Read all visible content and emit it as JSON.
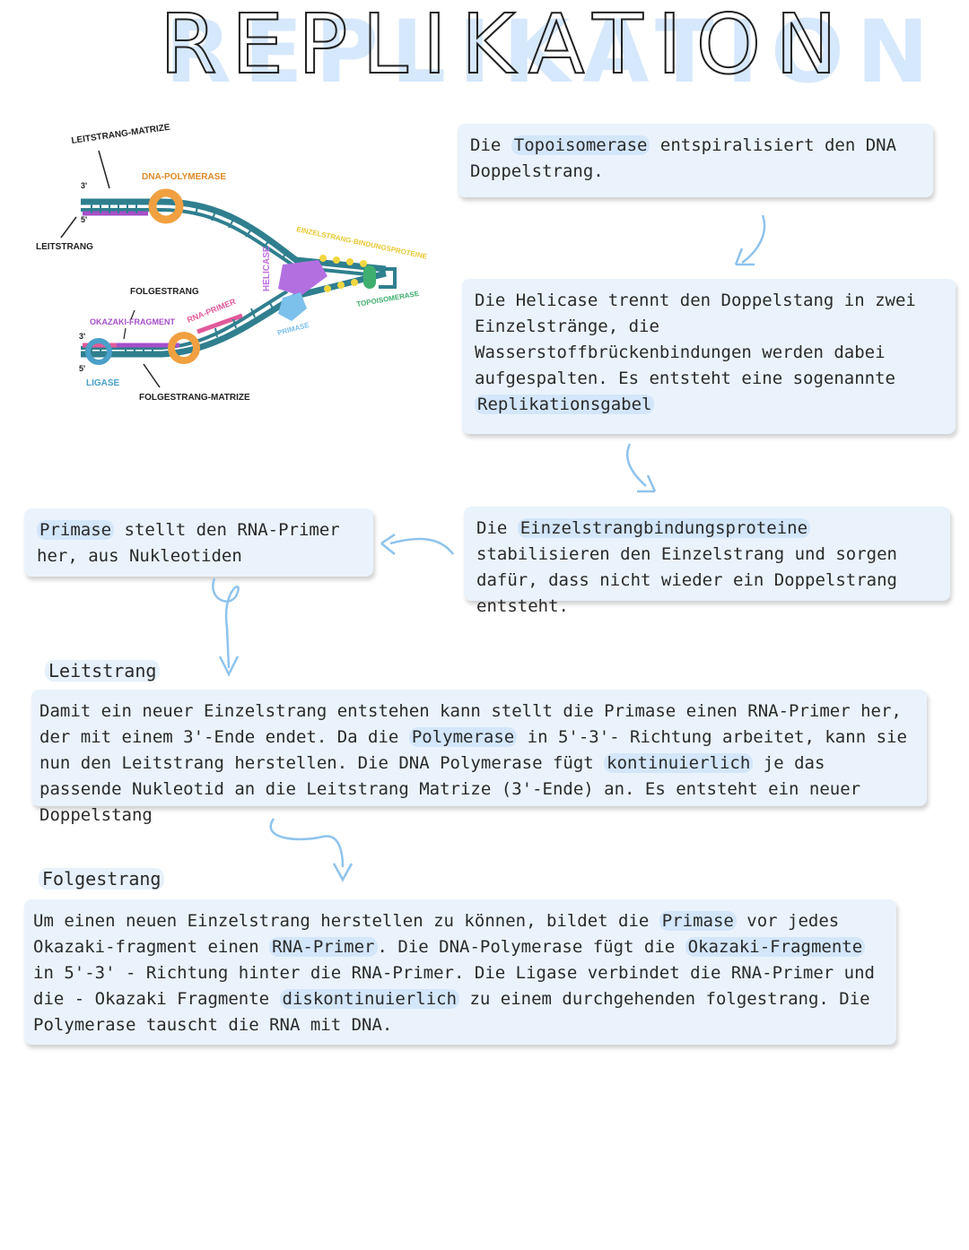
{
  "title": "REPLIKATION",
  "diagram": {
    "labels": {
      "leitstrang_matrize": "LEITSTRANG-MATRIZE",
      "dna_polymerase": "DNA-POLYMERASE",
      "leitstrang": "LEITSTRANG",
      "three_prime_top": "3'",
      "five_prime_top": "5'",
      "einzelstrang": "EINZELSTRANG-BINDUNGSPROTEINE",
      "helicase": "HELICASE",
      "topoisomerase": "TOPOISOMERASE",
      "primase": "PRIMASE",
      "folgestrang": "FOLGESTRANG",
      "okazaki": "OKAZAKI-FRAGMENT",
      "rna_primer": "RNA-PRIMER",
      "three_prime_bottom": "3'",
      "five_prime_bottom": "5'",
      "ligase": "LIGASE",
      "folgestrang_matrize": "FOLGESTRANG-MATRIZE"
    }
  },
  "box_topo": {
    "t1": "Die ",
    "h1": "Topoisomerase",
    "t2": " entspiralisiert den DNA Doppelstrang."
  },
  "box_helicase": {
    "t1": "Die Helicase trennt den Doppelstang in zwei Einzelstränge, die Wasserstoffbrückenbindungen werden dabei aufgespalten. Es entsteht eine sogenannte ",
    "h1": "Replikationsgabel"
  },
  "box_ssb": {
    "t1": "Die ",
    "h1": "Einzelstrangbindungsproteine",
    "t2": " stabilisieren den Einzelstrang und sorgen dafür, dass nicht wieder ein Doppelstrang entsteht."
  },
  "box_primase": {
    "h1": "Primase",
    "t1": " stellt den RNA-Primer her, aus Nukleotiden"
  },
  "leitstrang": {
    "heading": "Leitstrang",
    "t1": "Damit ein neuer Einzelstrang entstehen kann stellt die Primase einen RNA-Primer her, der mit einem 3'-Ende endet. Da die ",
    "h1": "Polymerase",
    "t2": " in 5'-3'- Richtung arbeitet, kann sie nun den Leitstrang herstellen. Die DNA Polymerase fügt ",
    "h2": "kontinuierlich",
    "t3": " je das passende Nukleotid an die Leitstrang Matrize (3'-Ende) an.  Es entsteht ein neuer Doppelstang"
  },
  "folgestrang": {
    "heading": "Folgestrang",
    "t1": "Um einen neuen Einzelstrang herstellen zu können, bildet die ",
    "h1": "Primase",
    "t2": " vor jedes Okazaki-fragment einen ",
    "h2": "RNA-Primer",
    "t3": ". Die DNA-Polymerase fügt die ",
    "h3": "Okazaki-Fragmente",
    "t4": " in 5'-3' - Richtung hinter die RNA-Primer. Die Ligase verbindet die RNA-Primer und die - Okazaki Fragmente ",
    "h4": "diskontinuierlich",
    "t5": " zu einem durchgehenden folgestrang. Die Polymerase tauscht die RNA mit DNA."
  }
}
